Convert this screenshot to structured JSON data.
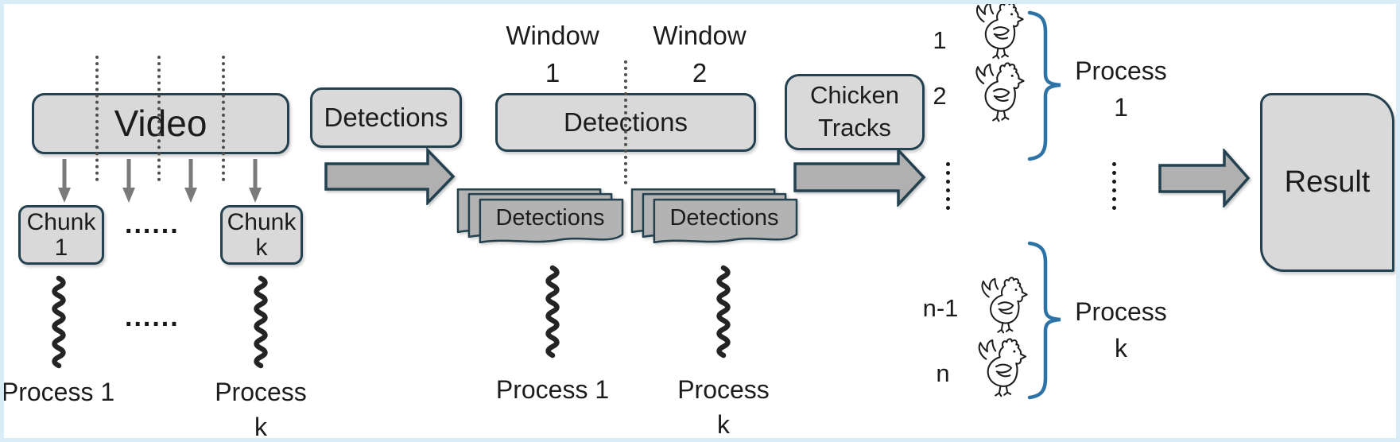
{
  "colors": {
    "frame": "#d9edf9",
    "box_fill": "#d9d9d9",
    "box_border": "#24414f",
    "arrow_fill": "#b0b0b0",
    "doc_fill": "#b3b3b3",
    "brace": "#2e73a5",
    "ink": "#1c1c1c",
    "small_arrow": "#7a7a7a"
  },
  "video_stage": {
    "video_box": "Video",
    "chunk1": {
      "line1": "Chunk",
      "line2": "1"
    },
    "chunkk": {
      "line1": "Chunk",
      "line2": "k"
    },
    "ellipsis1": "......",
    "ellipsis2": "......",
    "process1": "Process 1",
    "processk": {
      "line1": "Process",
      "line2": "k"
    }
  },
  "detection_stage": {
    "transfer_box": "Detections",
    "window1": {
      "line1": "Window",
      "line2": "1"
    },
    "window2": {
      "line1": "Window",
      "line2": "2"
    },
    "detections_box": "Detections",
    "stack1": "Detections",
    "stack2": "Detections",
    "process1": "Process 1",
    "processk": {
      "line1": "Process",
      "line2": "k"
    }
  },
  "tracking_stage": {
    "transfer_box": {
      "line1": "Chicken",
      "line2": "Tracks"
    },
    "track1": "1",
    "track2": "2",
    "track_nminus1": "n-1",
    "track_n": "n",
    "process1": {
      "line1": "Process",
      "line2": "1"
    },
    "processk": {
      "line1": "Process",
      "line2": "k"
    }
  },
  "result_stage": {
    "result_box": "Result"
  }
}
